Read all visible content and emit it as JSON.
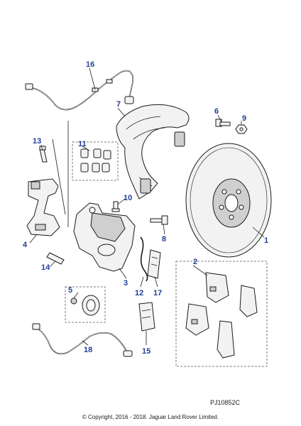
{
  "diagram_ref": "PJ10852C",
  "copyright": "© Copyright, 2016 - 2018. Jaguar Land Rover Limited.",
  "callouts": {
    "c1": "1",
    "c2": "2",
    "c3": "3",
    "c4": "4",
    "c5": "5",
    "c6": "6",
    "c7": "7",
    "c8": "8",
    "c9": "9",
    "c10": "10",
    "c11": "11",
    "c12": "12",
    "c13": "13",
    "c14": "14",
    "c15": "15",
    "c16": "16",
    "c17": "17",
    "c18": "18"
  },
  "colors": {
    "callout": "#1f3f9a",
    "line": "#1a1a1a"
  }
}
